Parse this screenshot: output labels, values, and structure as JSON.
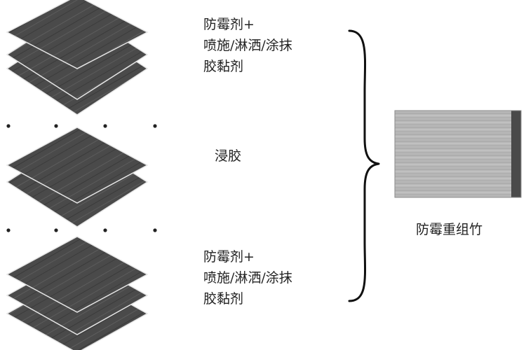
{
  "labels": {
    "top": [
      "防霉剂+",
      "喷施/淋洒/涂抹",
      "胶黏剂"
    ],
    "middle": "浸胶",
    "bottom": [
      "防霉剂+",
      "喷施/淋洒/涂抹",
      "胶黏剂"
    ],
    "product": "防霉重组竹"
  },
  "colors": {
    "sheet_fill": "#4a4a4a",
    "sheet_stroke": "#e6e6e6",
    "brace": "#111111",
    "board_fill": "#b8b8b8",
    "board_edge": "#4a4a4a",
    "text": "#222222"
  }
}
